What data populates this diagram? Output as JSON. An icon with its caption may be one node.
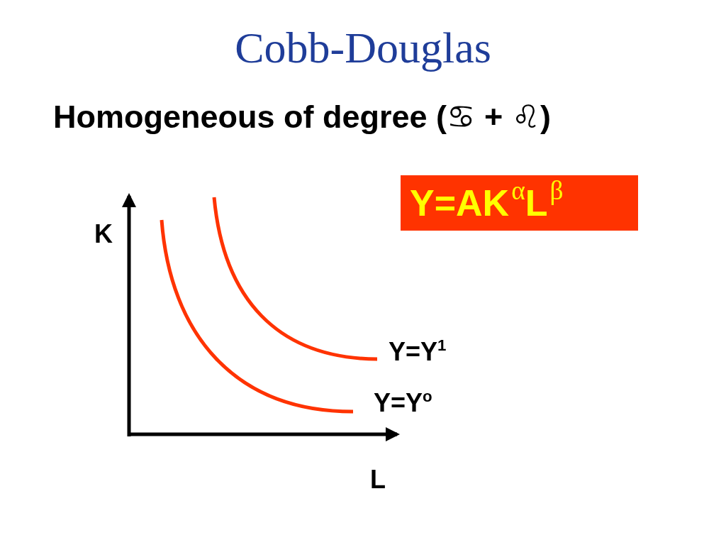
{
  "diagram": {
    "title": "Cobb-Douglas",
    "nodes": [
      {
        "text": [
          "Y=AK$^{α}$L$^{β}$"
        ]
      }
    ],
    "labels": [
      "Homogeneous of degree (♋ + ♌)",
      "K",
      "Y=Y$^{1}$",
      "Y=Y$^{o}$",
      "L"
    ]
  }
}
